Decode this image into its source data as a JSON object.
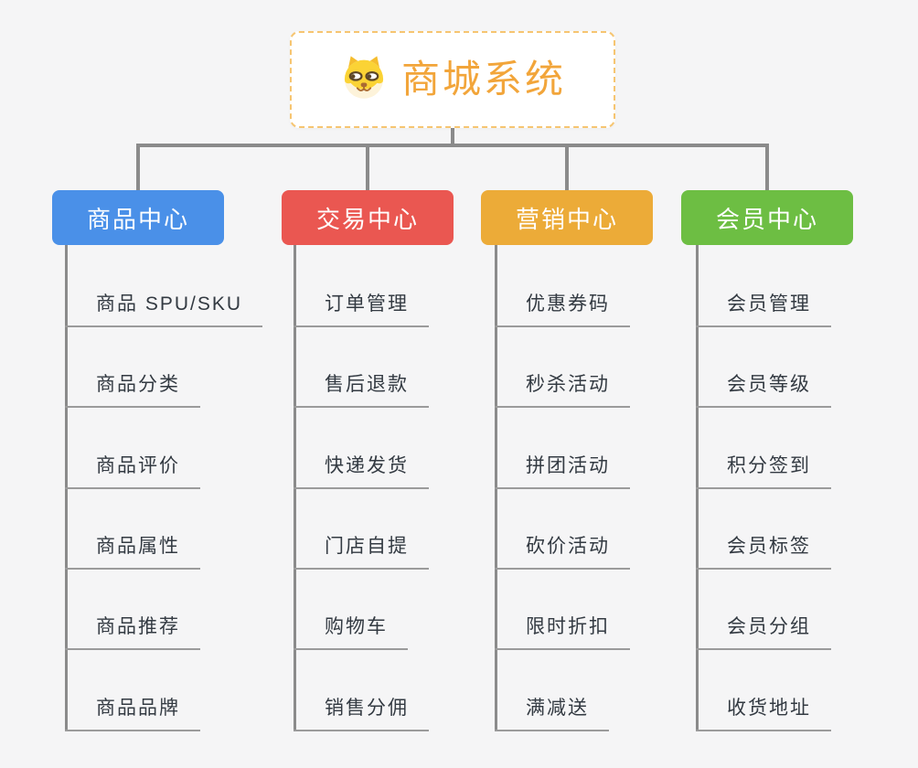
{
  "root": {
    "title": "商城系统",
    "icon": "doge-icon"
  },
  "colors": {
    "background": "#f5f5f6",
    "root_text": "#f2a53a",
    "root_border": "#f6c571",
    "connector": "#8b8b8b",
    "underline": "#9b9b9b",
    "topic_text": "#333a42"
  },
  "branches": [
    {
      "label": "商品中心",
      "color": "#4a90e8",
      "items": [
        "商品 SPU/SKU",
        "商品分类",
        "商品评价",
        "商品属性",
        "商品推荐",
        "商品品牌"
      ]
    },
    {
      "label": "交易中心",
      "color": "#ea5751",
      "items": [
        "订单管理",
        "售后退款",
        "快递发货",
        "门店自提",
        "购物车",
        "销售分佣"
      ]
    },
    {
      "label": "营销中心",
      "color": "#ecab38",
      "items": [
        "优惠券码",
        "秒杀活动",
        "拼团活动",
        "砍价活动",
        "限时折扣",
        "满减送"
      ]
    },
    {
      "label": "会员中心",
      "color": "#6dbe43",
      "items": [
        "会员管理",
        "会员等级",
        "积分签到",
        "会员标签",
        "会员分组",
        "收货地址"
      ]
    }
  ]
}
